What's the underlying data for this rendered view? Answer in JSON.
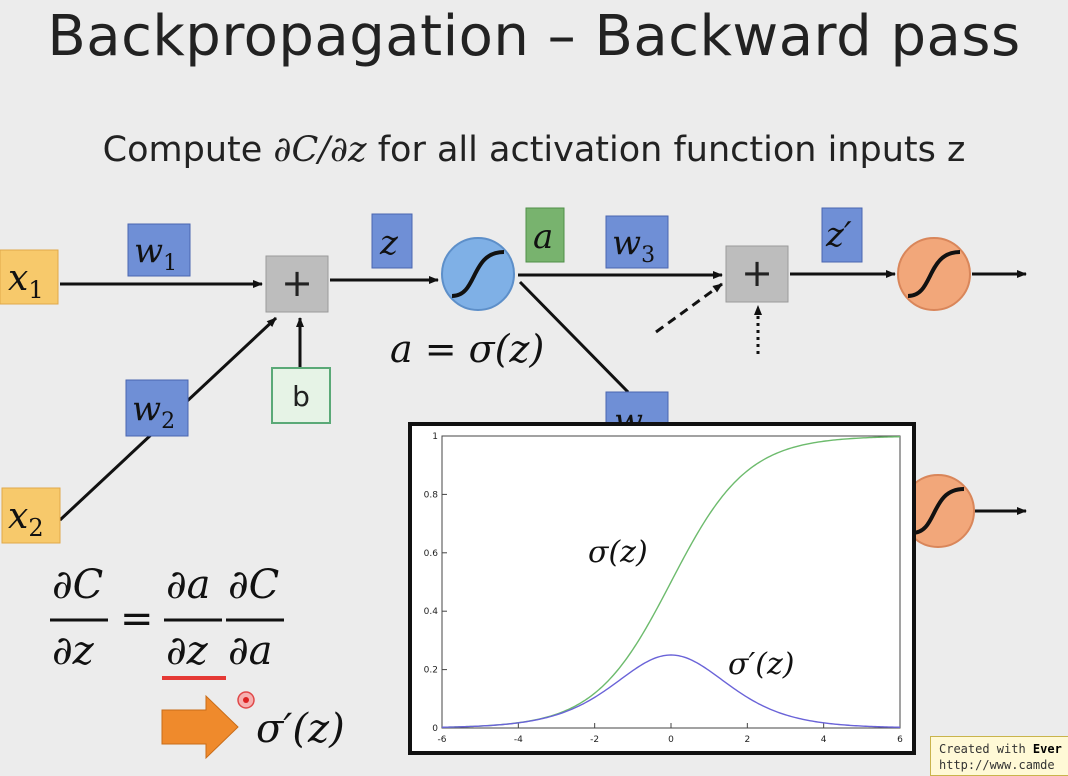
{
  "slide": {
    "title": "Backpropagation – Backward pass",
    "subtitle_prefix": "Compute ",
    "subtitle_math": "∂C/∂z",
    "subtitle_suffix": " for all activation function inputs z"
  },
  "diagram": {
    "x1": "x",
    "x1_sub": "1",
    "x2": "x",
    "x2_sub": "2",
    "w1": "w",
    "w1_sub": "1",
    "w2": "w",
    "w2_sub": "2",
    "w3": "w",
    "w3_sub": "3",
    "w4": "w",
    "z": "z",
    "a": "a",
    "z_prime": "z′",
    "b": "b",
    "plus": "+",
    "a_eq": "a = σ(z)",
    "colors": {
      "input_box": "#f7c96b",
      "weight_box": "#6f8fd6",
      "a_box": "#78b36e",
      "b_box_border": "#5aa977",
      "neuron_blue": "#7fb0e6",
      "neuron_orange": "#f2a77a",
      "adder": "#bdbdbd"
    }
  },
  "formula": {
    "dC": "∂C",
    "dz": "∂z",
    "da": "∂a",
    "eq": "=",
    "sigma_prime": "σ′(z)"
  },
  "chart_data": {
    "type": "line",
    "x_range": [
      -6,
      6
    ],
    "ylim": [
      0,
      1
    ],
    "xticks": [
      -6,
      -4,
      -2,
      0,
      2,
      4,
      6
    ],
    "yticks": [
      0,
      0.2,
      0.4,
      0.6,
      0.8,
      1
    ],
    "grid": false,
    "series": [
      {
        "name": "σ(z)",
        "function": "sigmoid",
        "color": "#6dbb6d"
      },
      {
        "name": "σ′(z)",
        "function": "sigmoid_derivative",
        "color": "#6a63d8"
      }
    ],
    "labels": {
      "sigmoid": "σ(z)",
      "derivative": "σ′(z)"
    }
  },
  "watermark": {
    "line1_prefix": "Created with ",
    "line1_bold": "Ever",
    "line2": "http://www.camde"
  }
}
